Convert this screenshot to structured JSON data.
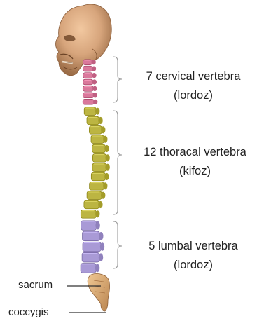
{
  "regions": [
    {
      "key": "cervical",
      "line1": "7 cervical vertebra",
      "line2": "(lordoz)",
      "color": "#d9789b",
      "vertebra_count": 7
    },
    {
      "key": "thoracic",
      "line1": "12 thoracal vertebra",
      "line2": "(kifoz)",
      "color": "#bcb542",
      "vertebra_count": 12
    },
    {
      "key": "lumbar",
      "line1": "5 lumbal vertebra",
      "line2": "(lordoz)",
      "color": "#a99ad6",
      "vertebra_count": 5
    }
  ],
  "labels": {
    "sacrum": "sacrum",
    "coccygis": "coccygis"
  },
  "colors": {
    "skull": "#d7a57c",
    "skull_shadow": "#9c6d47",
    "sacrum": "#d6a774",
    "bracket": "#9a9a9a",
    "pointer_line": "#333333"
  }
}
